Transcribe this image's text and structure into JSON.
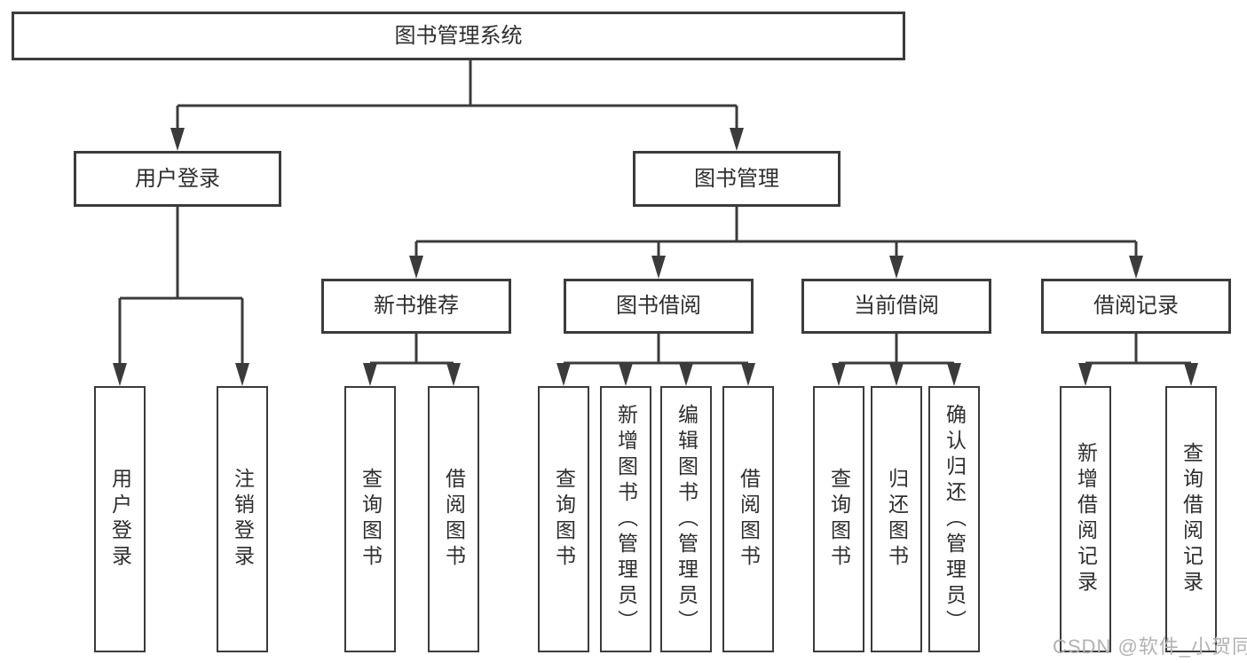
{
  "tree": {
    "label": "图书管理系统",
    "children": [
      {
        "label": "用户登录",
        "children": [
          {
            "label": "用户登录"
          },
          {
            "label": "注销登录"
          }
        ]
      },
      {
        "label": "图书管理",
        "children": [
          {
            "label": "新书推荐",
            "children": [
              {
                "label": "查询图书"
              },
              {
                "label": "借阅图书"
              }
            ]
          },
          {
            "label": "图书借阅",
            "children": [
              {
                "label": "查询图书"
              },
              {
                "label": "新增图书（管理员）"
              },
              {
                "label": "编辑图书（管理员）"
              },
              {
                "label": "借阅图书"
              }
            ]
          },
          {
            "label": "当前借阅",
            "children": [
              {
                "label": "查询图书"
              },
              {
                "label": "归还图书"
              },
              {
                "label": "确认归还（管理员）"
              }
            ]
          },
          {
            "label": "借阅记录",
            "children": [
              {
                "label": "新增借阅记录"
              },
              {
                "label": "查询借阅记录"
              }
            ]
          }
        ]
      }
    ]
  },
  "watermark": {
    "text": "CSDN @软件_小贺同学"
  },
  "colors": {
    "line": "#3b3b3b",
    "text": "#2e2e2e",
    "watermark": "#b2b2b2",
    "background": "#ffffff"
  }
}
